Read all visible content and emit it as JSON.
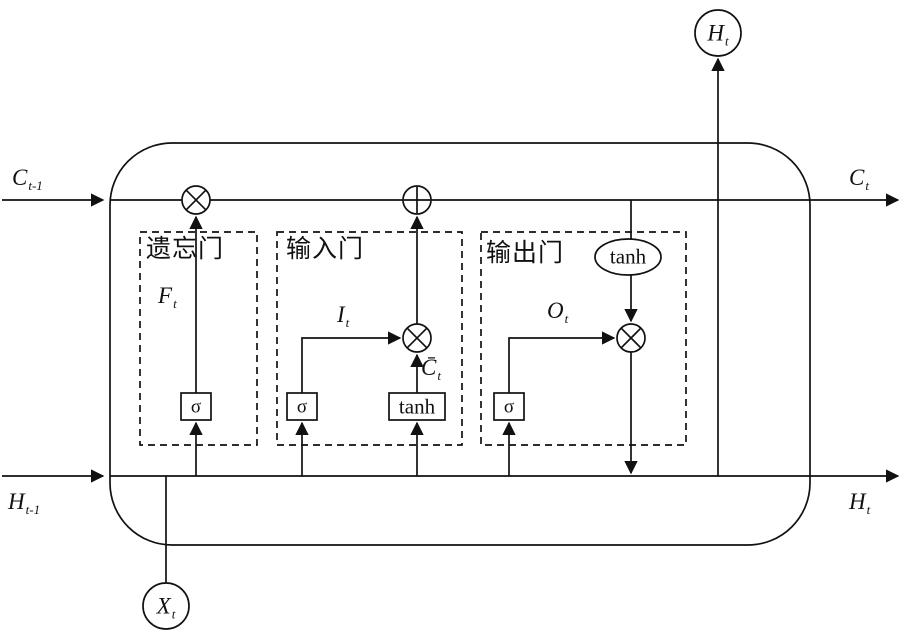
{
  "diagram": {
    "labels": {
      "c_prev": {
        "main": "C",
        "sub": "t-1"
      },
      "c_out": {
        "main": "C",
        "sub": "t"
      },
      "h_prev": {
        "main": "H",
        "sub": "t-1"
      },
      "h_out": {
        "main": "H",
        "sub": "t"
      },
      "h_top": {
        "main": "H",
        "sub": "t"
      },
      "x_in": {
        "main": "X",
        "sub": "t"
      },
      "f_t": {
        "main": "F",
        "sub": "t"
      },
      "i_t": {
        "main": "I",
        "sub": "t"
      },
      "o_t": {
        "main": "O",
        "sub": "t"
      },
      "c_candidate": {
        "main": "C̄",
        "sub": "t"
      }
    },
    "gates": {
      "forget": "遗忘门",
      "input": "输入门",
      "output": "输出门"
    },
    "ops": {
      "sigma": "σ",
      "tanh": "tanh"
    },
    "colors": {
      "line": "#111111",
      "background": "#ffffff"
    }
  }
}
